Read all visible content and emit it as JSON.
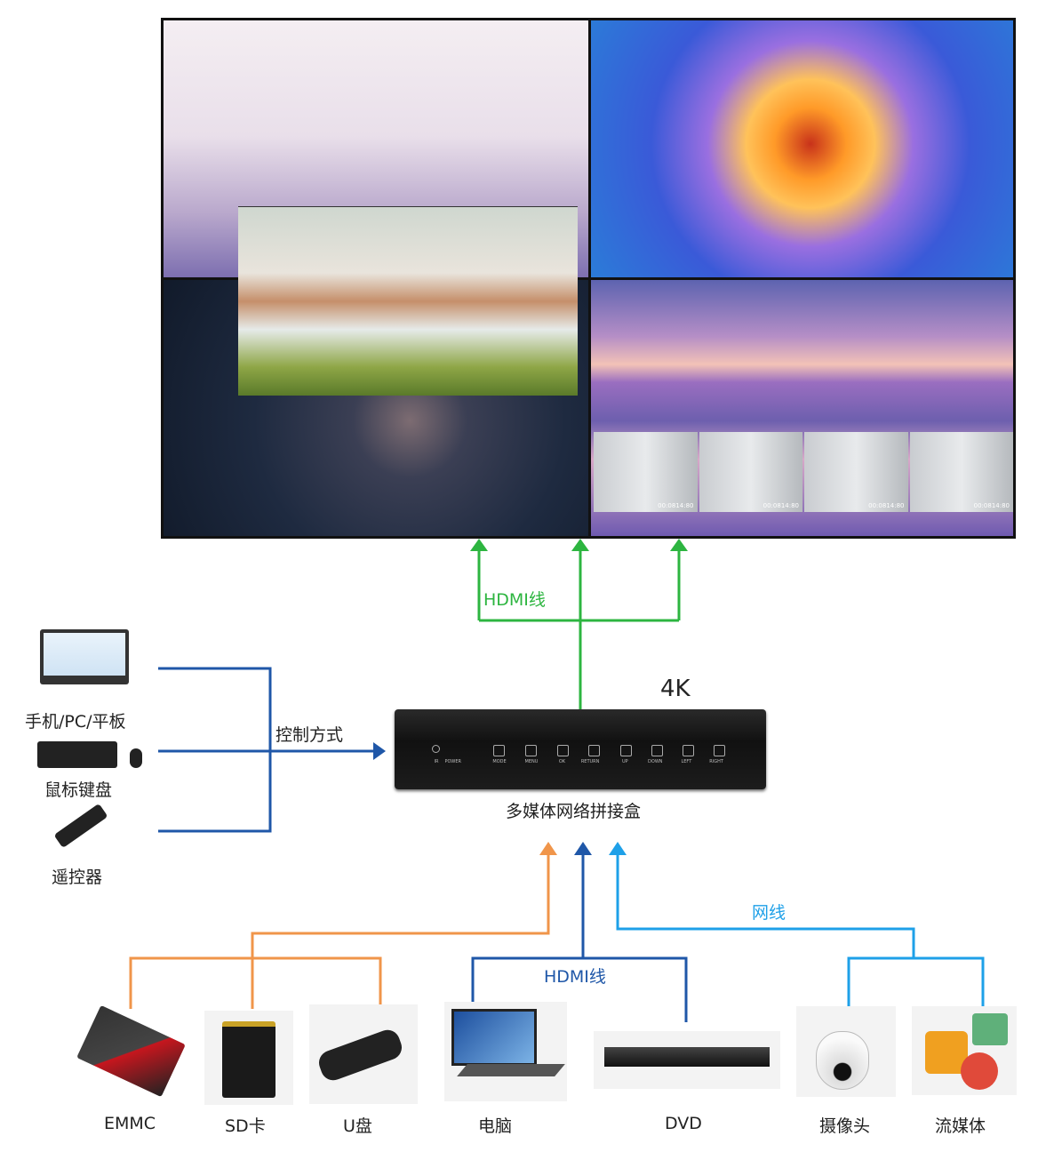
{
  "video_wall": {
    "thumb_timestamps": [
      "00:0814:80",
      "00:0814:80",
      "00:0814:80",
      "00:0814:80"
    ]
  },
  "links": {
    "hdmi_output": "HDMI线",
    "control": "控制方式",
    "hdmi_input": "HDMI线",
    "network": "网线"
  },
  "device": {
    "resolution": "4K",
    "name": "多媒体网络拼接盒",
    "panel_labels": [
      "IR",
      "POWER",
      "MODE",
      "MENU",
      "OK",
      "RETURN",
      "UP",
      "DOWN",
      "LEFT",
      "RIGHT"
    ]
  },
  "controllers": [
    {
      "label": "手机/PC/平板"
    },
    {
      "label": "鼠标键盘"
    },
    {
      "label": "遥控器"
    }
  ],
  "sources": [
    {
      "label": "EMMC"
    },
    {
      "label": "SD卡"
    },
    {
      "label": "U盘"
    },
    {
      "label": "电脑"
    },
    {
      "label": "DVD"
    },
    {
      "label": "摄像头"
    },
    {
      "label": "流媒体"
    }
  ],
  "colors": {
    "green": "#2db540",
    "blue": "#1f57a8",
    "orange": "#f0954a",
    "light_blue": "#1ea0e8"
  }
}
